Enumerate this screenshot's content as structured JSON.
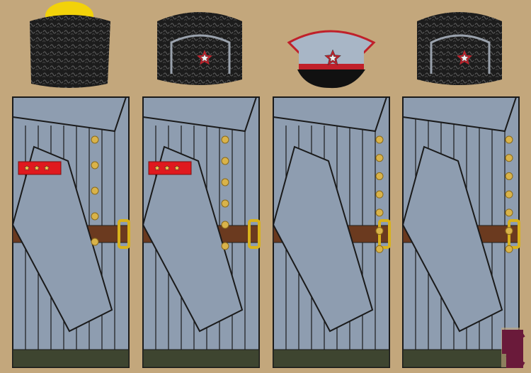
{
  "colors": {
    "background": "#c3a77c",
    "coat": "#8e9db0",
    "coat_line": "#1a1a1a",
    "belt": "#6b3a1f",
    "buckle": "#d8b21c",
    "button": "#d9b34a",
    "boots": "#3e4530",
    "fur": "#1c1c1c",
    "crown_yellow": "#f2d20a",
    "cap_band": "#111111",
    "cap_top": "#a8b6c6",
    "piping_red": "#c0202a",
    "shoulder_board": "#e0191e",
    "logo": "#6a1a3a"
  },
  "panels": [
    {
      "hat": "papakha",
      "shoulder_board_stars": 3,
      "buttons": 5
    },
    {
      "hat": "ushanka",
      "shoulder_board_stars": 3,
      "buttons": 6
    },
    {
      "hat": "peaked-cap",
      "shoulder_board_stars": 0,
      "buttons": 7
    },
    {
      "hat": "ushanka",
      "shoulder_board_stars": 0,
      "buttons": 7
    }
  ]
}
